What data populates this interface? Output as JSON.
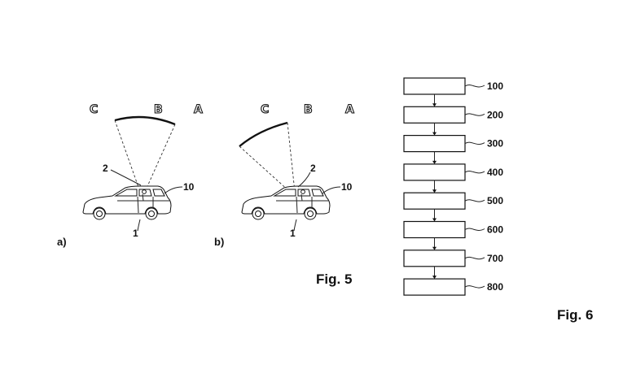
{
  "fig5": {
    "zones": [
      "C",
      "B",
      "A"
    ],
    "panel_a": {
      "label": "a)",
      "ref_person": "1",
      "ref_sensor": "2",
      "ref_vehicle": "10"
    },
    "panel_b": {
      "label": "b)",
      "ref_person": "1",
      "ref_sensor": "2",
      "ref_vehicle": "10"
    },
    "caption": "Fig. 5"
  },
  "fig6": {
    "steps": [
      "100",
      "200",
      "300",
      "400",
      "500",
      "600",
      "700",
      "800"
    ],
    "caption": "Fig. 6"
  }
}
